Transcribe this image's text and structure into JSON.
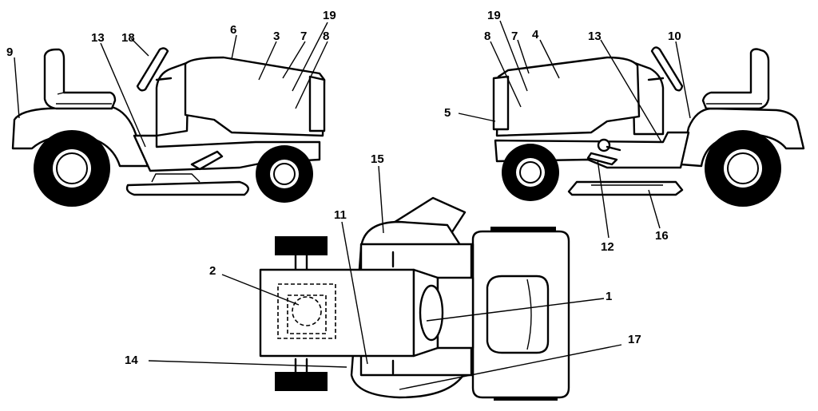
{
  "diagram": {
    "left_view": {
      "callouts": [
        "9",
        "13",
        "18",
        "6",
        "3",
        "7",
        "19",
        "8"
      ]
    },
    "right_view": {
      "callouts": [
        "19",
        "8",
        "7",
        "4",
        "13",
        "10",
        "5",
        "12",
        "16"
      ]
    },
    "top_view": {
      "callouts": [
        "15",
        "11",
        "2",
        "1",
        "14",
        "17"
      ]
    }
  }
}
